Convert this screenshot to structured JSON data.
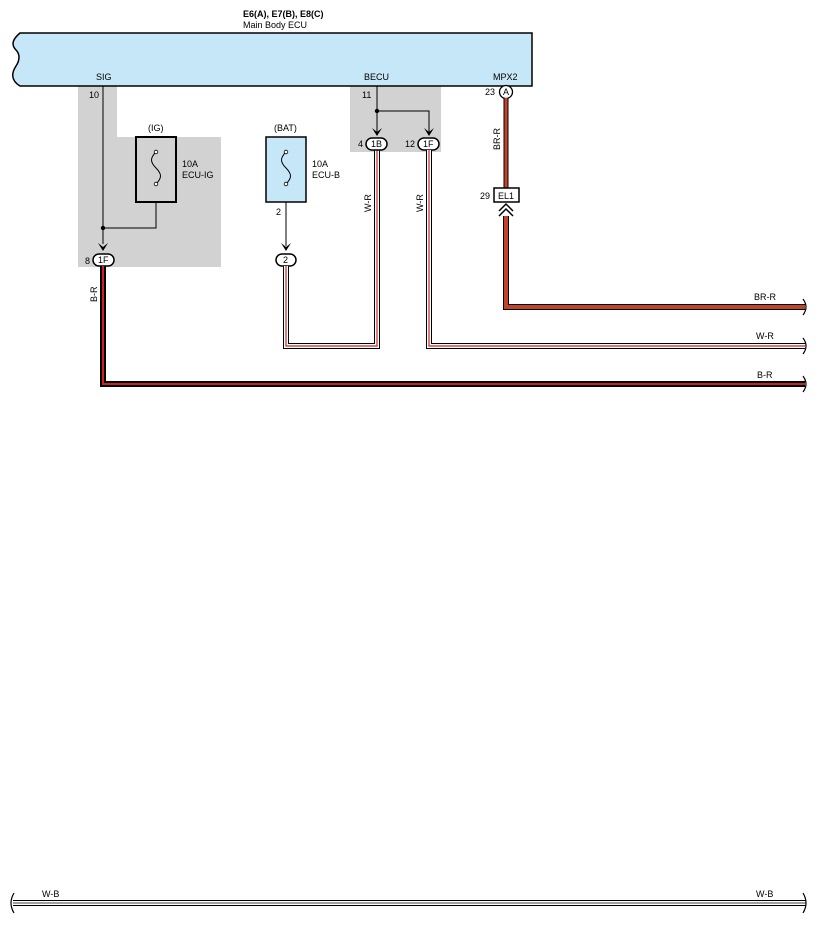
{
  "header": {
    "connectors": "E6(A), E7(B), E8(C)",
    "component": "Main Body ECU"
  },
  "ecu_terminals": {
    "sig": "SIG",
    "becu": "BECU",
    "mpx2": "MPX2"
  },
  "pin_numbers": {
    "sig_pin": "10",
    "becu_pin": "11",
    "mpx2_pin": "23",
    "conn_1b_pin": "4",
    "conn_1f_right_pin": "12",
    "conn_1f_left_pin": "8",
    "ecu_b_out_pin": "2",
    "el1_pin": "29"
  },
  "connectors": {
    "mpx2": "A",
    "conn_1b": "1B",
    "conn_1f_right": "1F",
    "conn_1f_left": "1F",
    "ecu_b_joint": "2",
    "el1": "EL1"
  },
  "fuses": {
    "ig": {
      "source": "(IG)",
      "rating": "10A",
      "name": "ECU-IG"
    },
    "bat": {
      "source": "(BAT)",
      "rating": "10A",
      "name": "ECU-B"
    }
  },
  "wire_labels": {
    "mpx_vertical": "BR-R",
    "w_r_left": "W-R",
    "w_r_right": "W-R",
    "b_r_vertical": "B-R",
    "br_r_horizontal": "BR-R",
    "w_r_horizontal": "W-R",
    "b_r_horizontal": "B-R",
    "w_b_left": "W-B",
    "w_b_right": "W-B"
  },
  "colors": {
    "ecu_fill": "#c6e7f8",
    "fuse_fill": "#c6e7f8",
    "relay_box_fill": "#d2d2d3",
    "red": "#cc2222",
    "brown_red": "#c0432a",
    "black": "#000000"
  }
}
